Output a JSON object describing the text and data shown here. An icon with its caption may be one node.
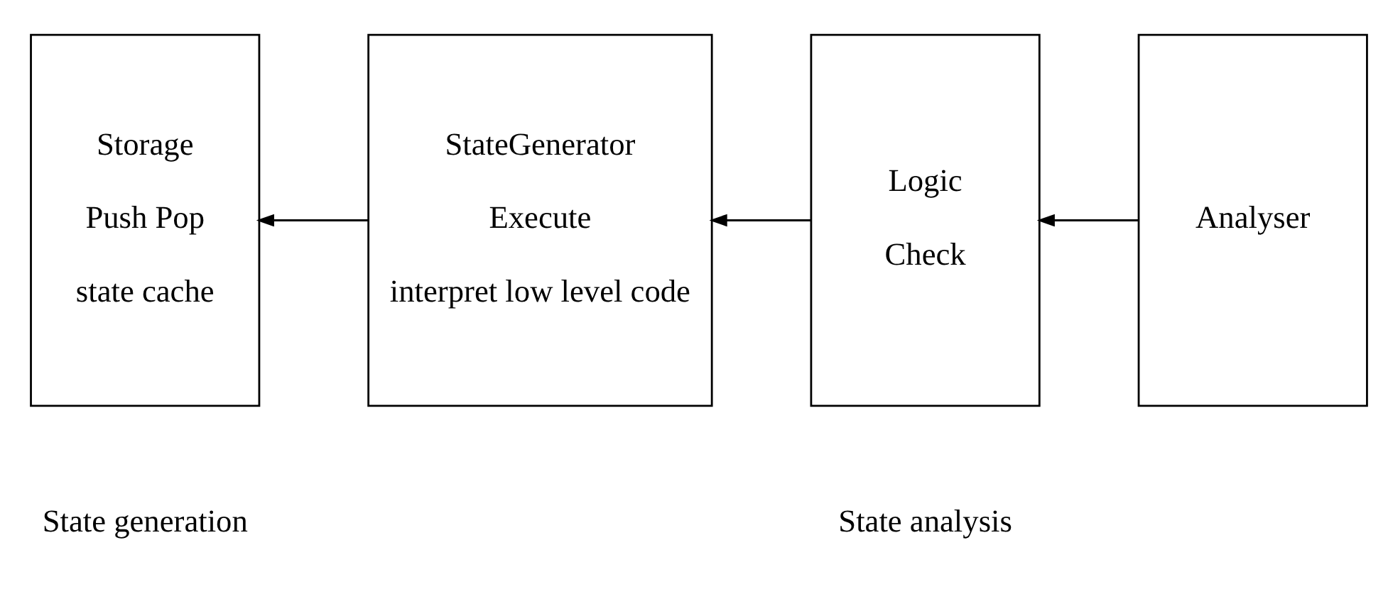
{
  "diagram": {
    "nodes": [
      {
        "text": [
          "Storage",
          "Push Pop",
          "state cache"
        ]
      },
      {
        "text": [
          "StateGenerator",
          "Execute",
          "interpret low level code"
        ]
      },
      {
        "text": [
          "Logic",
          "Check"
        ]
      },
      {
        "text": [
          "Analyser"
        ]
      }
    ],
    "edges": [
      {
        "from": 1,
        "to": 0,
        "arrow": "to"
      },
      {
        "from": 2,
        "to": 1,
        "arrow": "to"
      },
      {
        "from": 3,
        "to": 2,
        "arrow": "to"
      }
    ],
    "labels": [
      "State generation",
      "State analysis"
    ]
  }
}
